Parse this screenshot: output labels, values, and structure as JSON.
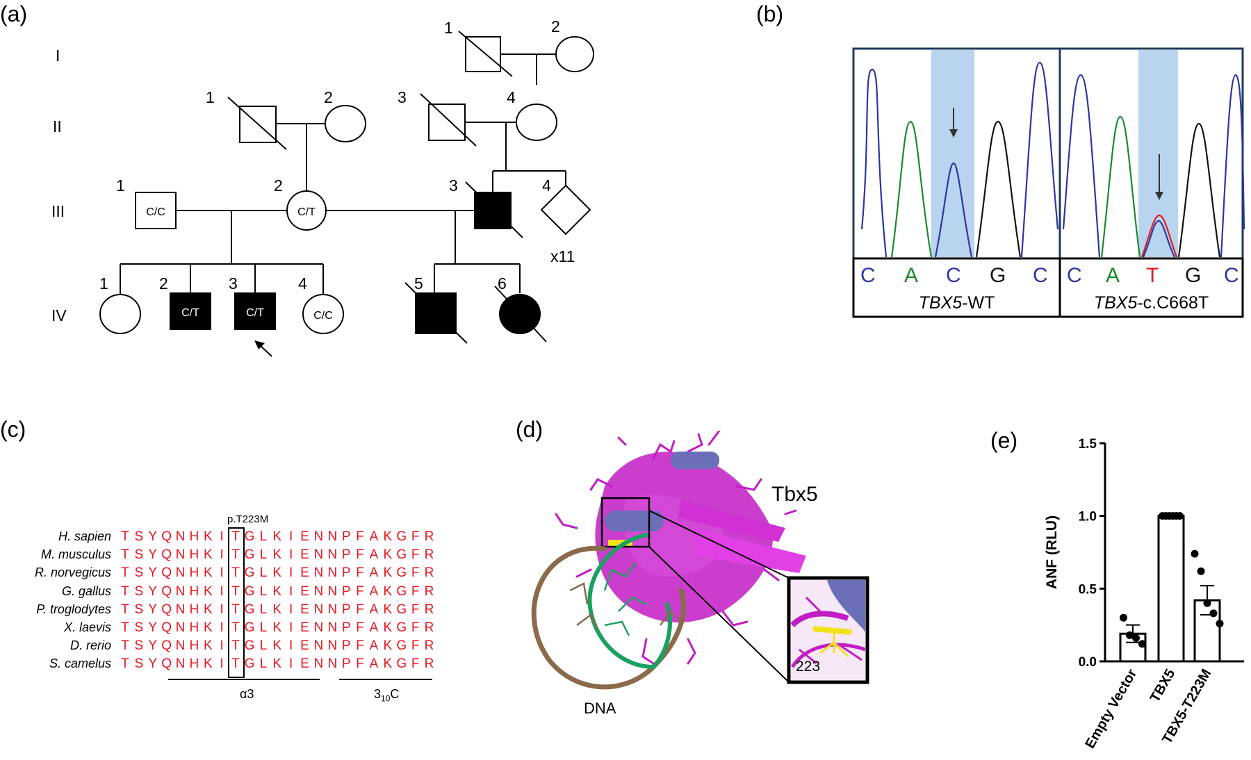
{
  "panels": {
    "a": "(a)",
    "b": "(b)",
    "c": "(c)",
    "d": "(d)",
    "e": "(e)"
  },
  "pedigree": {
    "generations": [
      "I",
      "II",
      "III",
      "IV"
    ],
    "gen1": {
      "n1": "1",
      "n2": "2"
    },
    "gen2": {
      "n1": "1",
      "n2": "2",
      "n3": "3",
      "n4": "4"
    },
    "gen3": {
      "n1": "1",
      "n2": "2",
      "n3": "3",
      "n4": "4",
      "g1": "C/C",
      "g2": "C/T",
      "count4": "x11"
    },
    "gen4": {
      "n1": "1",
      "n2": "2",
      "n3": "3",
      "n4": "4",
      "n5": "5",
      "n6": "6",
      "g2": "C/T",
      "g3": "C/T",
      "g4": "C/C"
    }
  },
  "chromatogram": {
    "wt_bases": [
      "C",
      "A",
      "C",
      "G",
      "C"
    ],
    "mut_bases": [
      "C",
      "A",
      "T",
      "G",
      "C"
    ],
    "wt_gene": "TBX5",
    "wt_suffix": "-WT",
    "mut_gene": "TBX5",
    "mut_suffix": "-c.C668T",
    "colors": {
      "C": "#2b35a6",
      "A": "#1a8a2a",
      "G": "#111111",
      "T": "#e01b1b",
      "highlight": "#b8d4ee",
      "frame": "#1f3a5a"
    }
  },
  "alignment": {
    "mutation_label": "p.T223M",
    "rows": [
      {
        "species": "H. sapien",
        "seq": "TSYQNHKITGLKIENNPFAKGFR"
      },
      {
        "species": "M. musculus",
        "seq": "TSYQNHKITGLKIENNPFAKGFR"
      },
      {
        "species": "R. norvegicus",
        "seq": "TSYQNHKITGLKIENNPFAKGFR"
      },
      {
        "species": "G. gallus",
        "seq": "TSYQNHKITGLKIENNPFAKGFR"
      },
      {
        "species": "P. troglodytes",
        "seq": "TSYQNHKITGLKIENNPFAKGFR"
      },
      {
        "species": "X. laevis",
        "seq": "TSYQNHKITGLKIENNPFAKGFR"
      },
      {
        "species": "D. rerio",
        "seq": "TSYQNHKITGLKIENNPFAKGFR"
      },
      {
        "species": "S. camelus",
        "seq": "TSYQNHKITGLKIENNPFAKGFR"
      }
    ],
    "region1": "α3",
    "region2_main": "3",
    "region2_sub": "10",
    "region2_end": "C"
  },
  "structure": {
    "protein_label": "Tbx5",
    "dna_label": "DNA",
    "residue_label": "223",
    "colors": {
      "protein": "#c21cc4",
      "helix": "#6b6fb8",
      "dna_brown": "#8a6a4a",
      "dna_green": "#1aa060",
      "residue": "#f2e21a"
    }
  },
  "chart_data": {
    "type": "bar",
    "categories": [
      "Empty Vector",
      "TBX5",
      "TBX5-T223M"
    ],
    "values": [
      0.19,
      1.0,
      0.42
    ],
    "errors": [
      0.06,
      0.0,
      0.1
    ],
    "points": [
      [
        0.3,
        0.18,
        0.16,
        0.12
      ],
      [
        1.0,
        1.0,
        1.0,
        1.0,
        1.0,
        1.0
      ],
      [
        0.74,
        0.62,
        0.4,
        0.33,
        0.26
      ]
    ],
    "ylabel": "ANF (RLU)",
    "ylim": [
      0,
      1.5
    ],
    "yticks": [
      "0.0",
      "0.5",
      "1.0",
      "1.5"
    ]
  }
}
